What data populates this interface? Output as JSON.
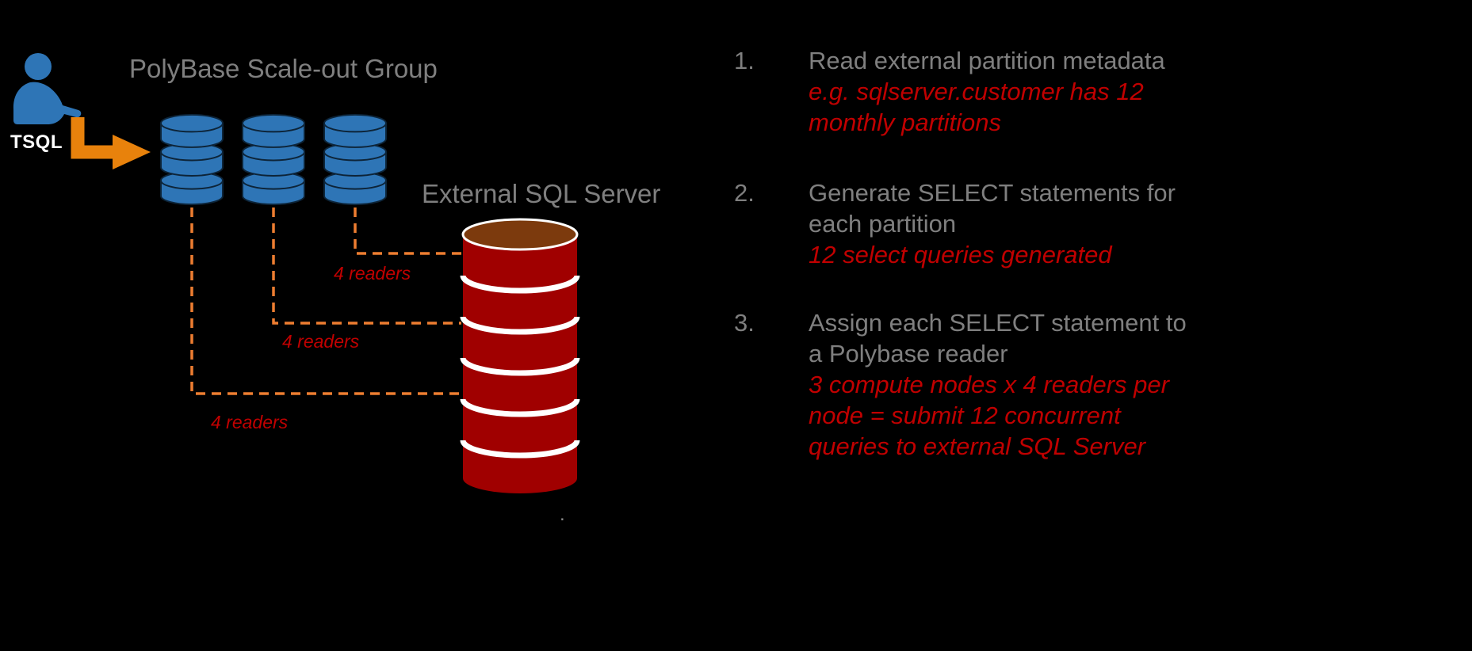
{
  "diagram": {
    "group_title": "PolyBase Scale-out Group",
    "external_title": "External SQL Server",
    "tsql_label": "TSQL",
    "readers": [
      "4 readers",
      "4 readers",
      "4 readers"
    ],
    "stray_mark": ".",
    "steps": [
      {
        "number": "1.",
        "text": "Read external partition metadata",
        "note": "e.g. sqlserver.customer has 12 monthly partitions"
      },
      {
        "number": "2.",
        "text": "Generate SELECT statements for each partition",
        "note": "12 select queries generated"
      },
      {
        "number": "3.",
        "text": "Assign each SELECT statement to a Polybase reader",
        "note": "3 compute nodes x 4 readers per node = submit 12 concurrent queries to external SQL Server"
      }
    ],
    "icons": {
      "user": "user-icon",
      "compute_node": "database-cylinder-icon",
      "external_server": "tall-database-cylinder-icon",
      "arrow": "elbow-arrow-icon"
    },
    "colors": {
      "background": "#000000",
      "gray_text": "#7F7F7F",
      "red_text": "#C00000",
      "orange_arrow": "#E8820C",
      "dashed_orange": "#ED7D31",
      "node_blue": "#2E75B6",
      "server_red": "#A00000",
      "server_top_brown": "#7C3A0D",
      "tsql_white": "#FFFFFF"
    }
  }
}
